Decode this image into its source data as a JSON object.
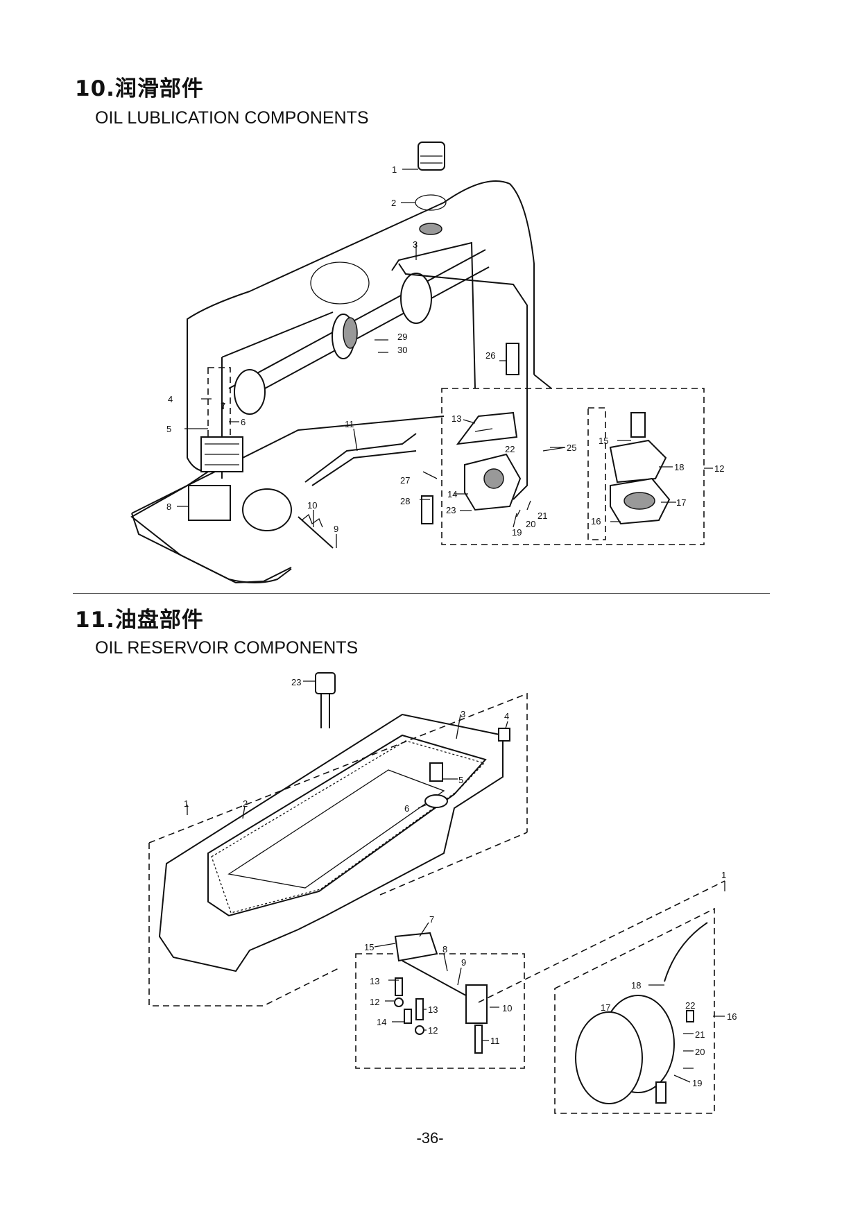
{
  "section10": {
    "title_cn": "10.润滑部件",
    "title_en": "OIL LUBLICATION COMPONENTS",
    "labels": [
      "1",
      "2",
      "3",
      "4",
      "5",
      "6",
      "7",
      "8",
      "9",
      "10",
      "11",
      "12",
      "13",
      "14",
      "15",
      "16",
      "17",
      "18",
      "19",
      "20",
      "21",
      "22",
      "23",
      "25",
      "26",
      "27",
      "28",
      "29",
      "30"
    ]
  },
  "section11": {
    "title_cn": "11.油盘部件",
    "title_en": "OIL RESERVOIR COMPONENTS",
    "labels": [
      "1",
      "2",
      "3",
      "4",
      "5",
      "6",
      "7",
      "8",
      "9",
      "10",
      "11",
      "12",
      "13",
      "14",
      "15",
      "16",
      "17",
      "18",
      "19",
      "20",
      "21",
      "22",
      "23"
    ]
  },
  "page_number": "-36-"
}
